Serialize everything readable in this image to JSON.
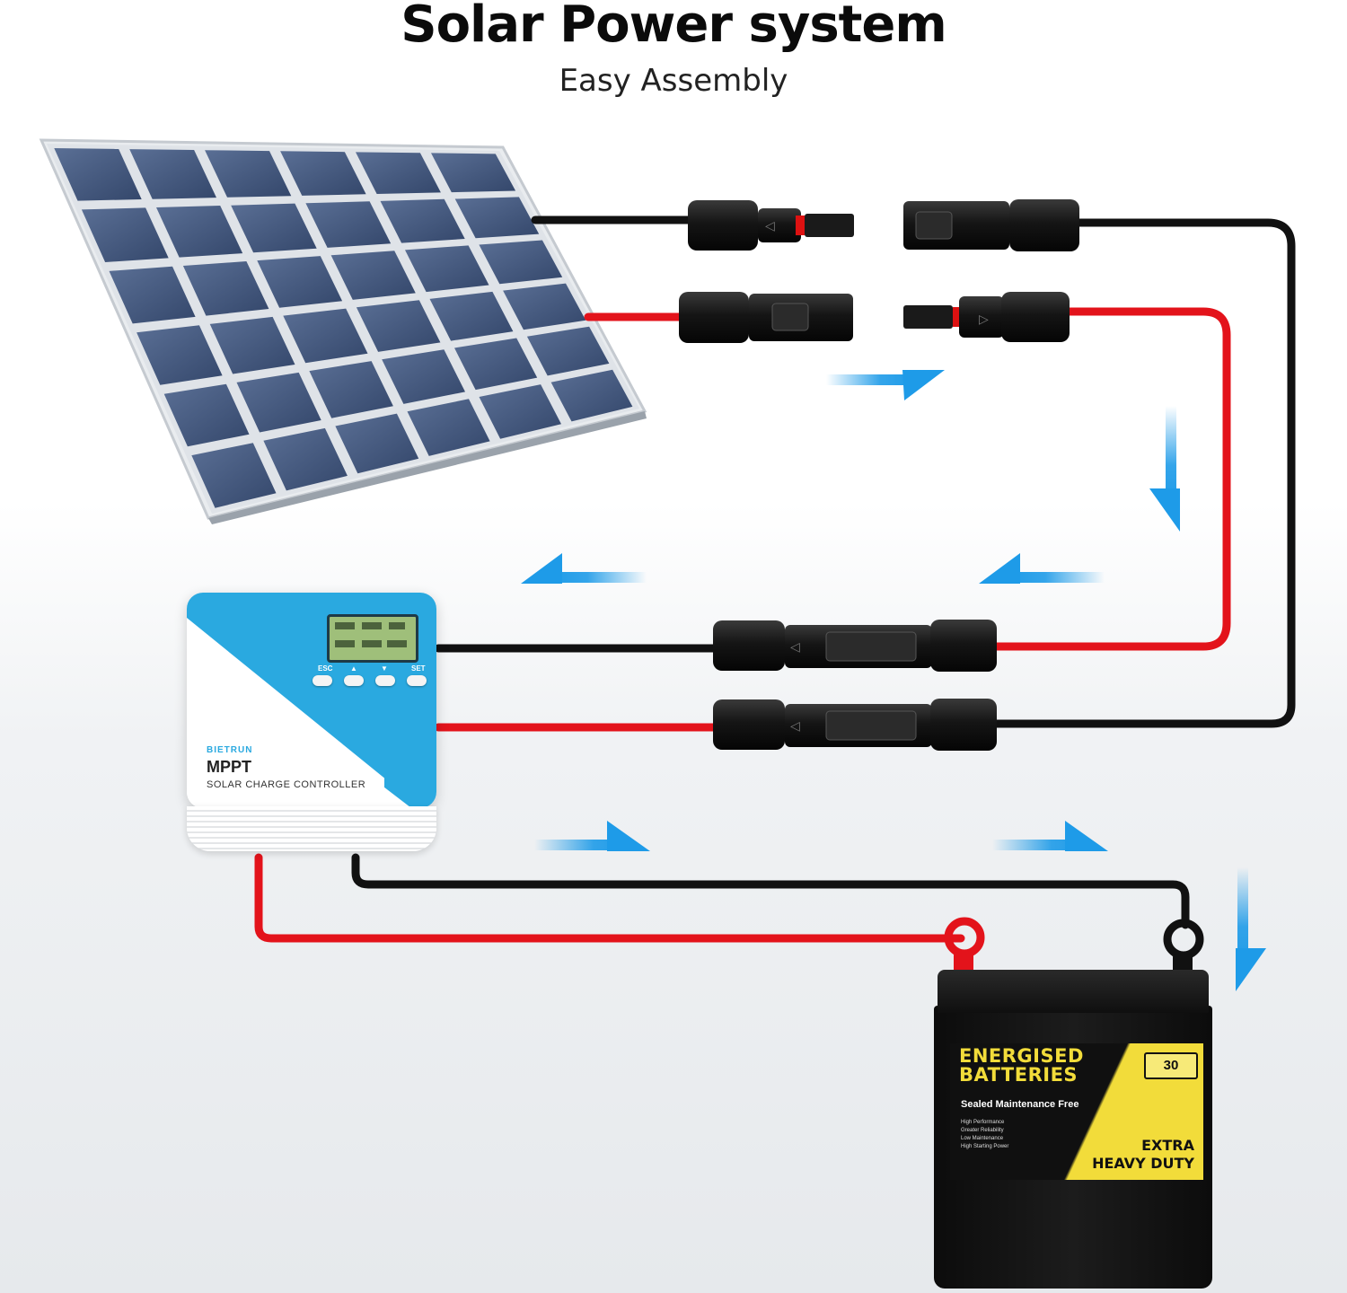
{
  "header": {
    "title": "Solar Power system",
    "subtitle": "Easy Assembly"
  },
  "controller": {
    "brand": "BIETRUN",
    "model": "MPPT",
    "description": "SOLAR CHARGE CONTROLLER",
    "buttons": [
      "ESC",
      "▲",
      "▼",
      "SET"
    ]
  },
  "battery": {
    "brand_line1": "ENERGISED",
    "brand_line2": "BATTERIES",
    "warranty": "30",
    "tagline": "Sealed Maintenance Free",
    "features": [
      "High Performance",
      "Greater Reliability",
      "Low Maintenance",
      "High Starting Power"
    ],
    "badge_line1": "EXTRA",
    "badge_line2": "HEAVY DUTY"
  },
  "colors": {
    "positive_wire": "#e3131b",
    "negative_wire": "#111111",
    "flow_arrow": "#1e9be8",
    "controller_accent": "#2aa9e0",
    "battery_label": "#f2dc3a"
  }
}
